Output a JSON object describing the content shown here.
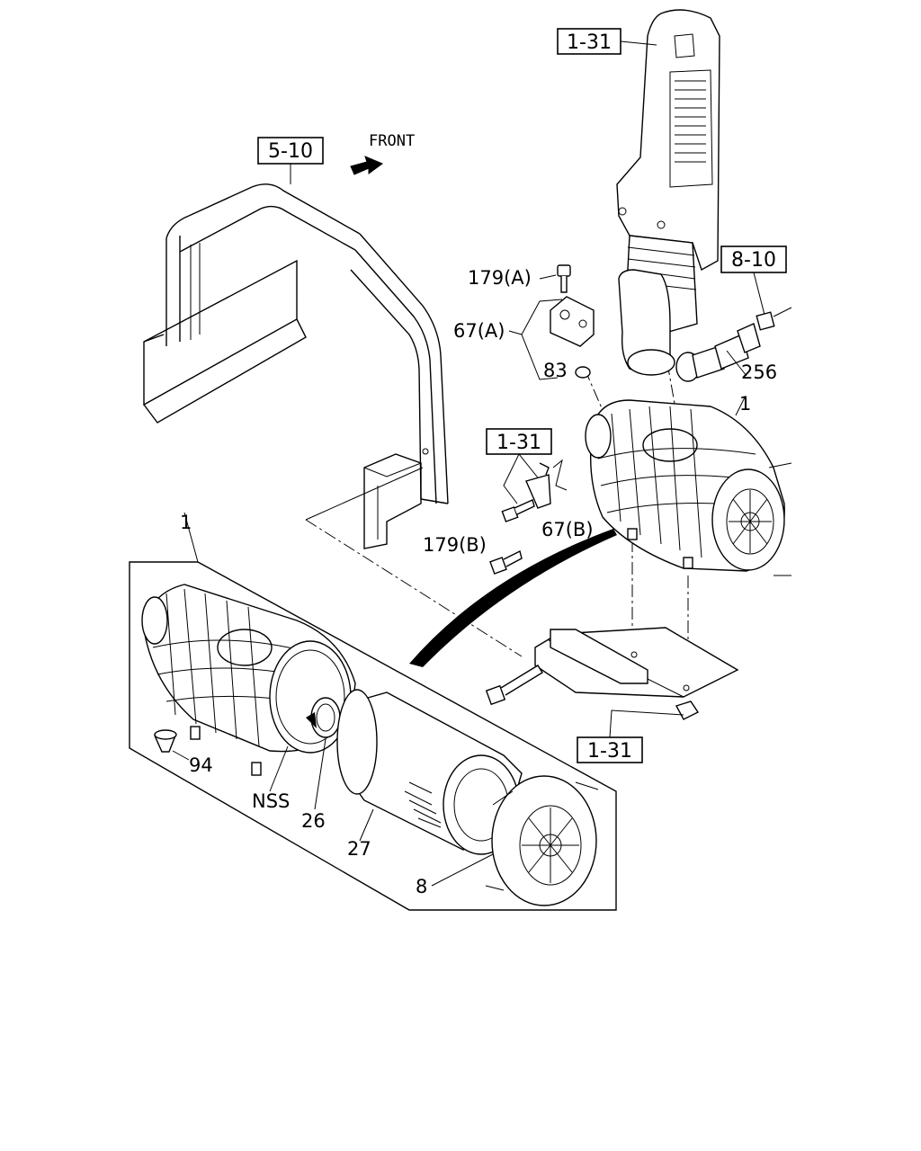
{
  "labels": {
    "front": "FRONT",
    "ref_5_10": "5-10",
    "ref_1_31_top": "1-31",
    "ref_8_10": "8-10",
    "ref_1_31_mid": "1-31",
    "ref_1_31_bottom": "1-31",
    "p179a": "179(A)",
    "p67a": "67(A)",
    "p83": "83",
    "p256": "256",
    "p1_upper": "1",
    "p1_lower": "1",
    "p67b": "67(B)",
    "p179b": "179(B)",
    "p94": "94",
    "pNSS": "NSS",
    "p26": "26",
    "p27": "27",
    "p8": "8"
  },
  "icons": {
    "front_arrow": "front-arrow-icon"
  }
}
